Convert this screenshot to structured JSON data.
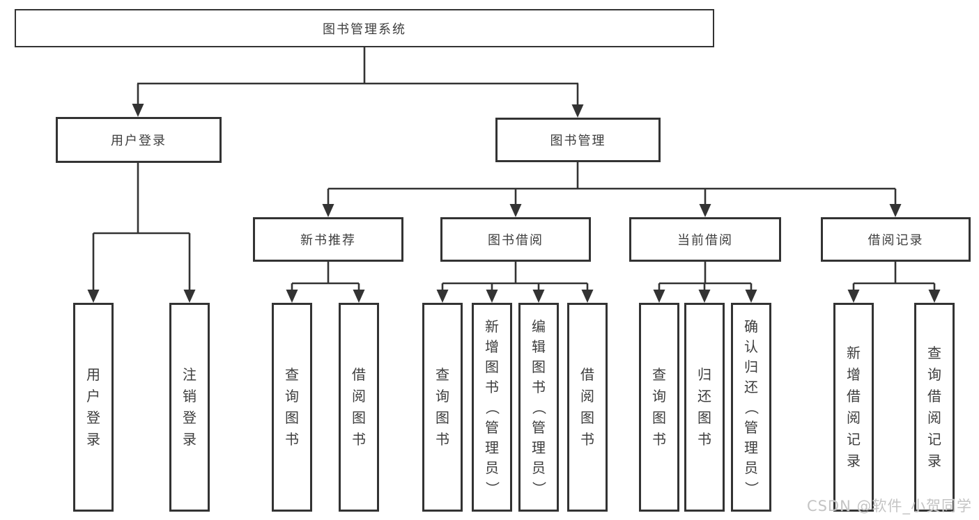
{
  "watermark": "CSDN @软件_小贺同学",
  "colors": {
    "line": "#333333",
    "box_border": "#333333",
    "text": "#3d3d3d",
    "watermark": "#c4c4c4",
    "background": "#ffffff"
  },
  "tree": {
    "label": "图书管理系统",
    "children": [
      {
        "label": "用户登录",
        "children": [
          {
            "label": "用户登录"
          },
          {
            "label": "注销登录"
          }
        ]
      },
      {
        "label": "图书管理",
        "children": [
          {
            "label": "新书推荐",
            "children": [
              {
                "label": "查询图书"
              },
              {
                "label": "借阅图书"
              }
            ]
          },
          {
            "label": "图书借阅",
            "children": [
              {
                "label": "查询图书"
              },
              {
                "label": "新增图书（管理员）"
              },
              {
                "label": "编辑图书（管理员）"
              },
              {
                "label": "借阅图书"
              }
            ]
          },
          {
            "label": "当前借阅",
            "children": [
              {
                "label": "查询图书"
              },
              {
                "label": "归还图书"
              },
              {
                "label": "确认归还（管理员）"
              }
            ]
          },
          {
            "label": "借阅记录",
            "children": [
              {
                "label": "新增借阅记录"
              },
              {
                "label": "查询借阅记录"
              }
            ]
          }
        ]
      }
    ]
  }
}
